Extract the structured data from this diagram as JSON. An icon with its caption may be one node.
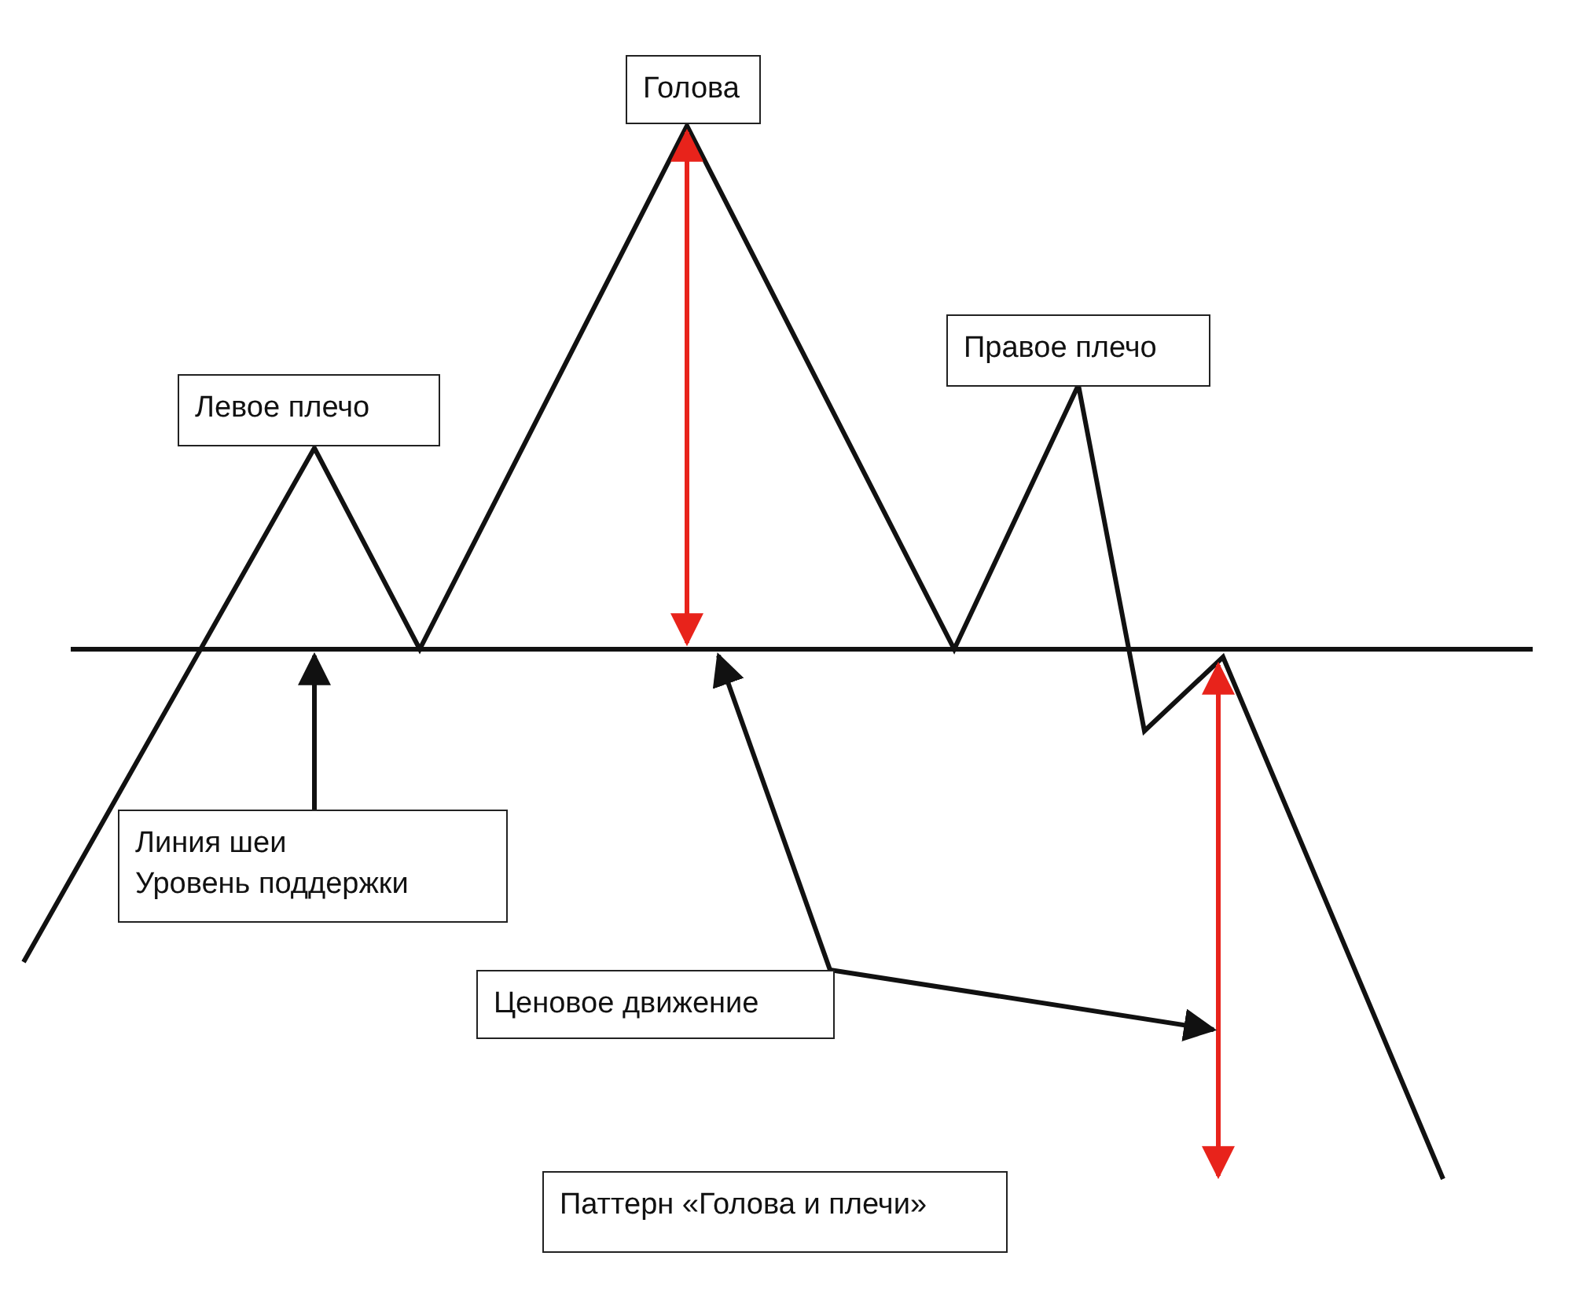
{
  "diagram": {
    "nodes": [
      {
        "text": [
          "Голова"
        ]
      },
      {
        "text": [
          "Левое плечо"
        ]
      },
      {
        "text": [
          "Правое плечо"
        ]
      },
      {
        "text": [],
        "shape": "line"
      },
      {
        "text": [
          "Линия шеи",
          "Уровень поддержки"
        ]
      },
      {
        "text": [
          "Ценовое движение"
        ]
      },
      {
        "text": [],
        "shape": "arrow"
      },
      {
        "text": [
          "Паттерн «Голова и плечи»"
        ]
      }
    ],
    "edges": [
      {
        "from": 0,
        "to": 3,
        "arrow": "both",
        "color": "#e8231b"
      },
      {
        "from": 4,
        "to": 3,
        "arrow": "to"
      },
      {
        "from": 5,
        "to": 3,
        "arrow": "to"
      },
      {
        "from": 5,
        "to": 6,
        "arrow": "to"
      }
    ]
  }
}
